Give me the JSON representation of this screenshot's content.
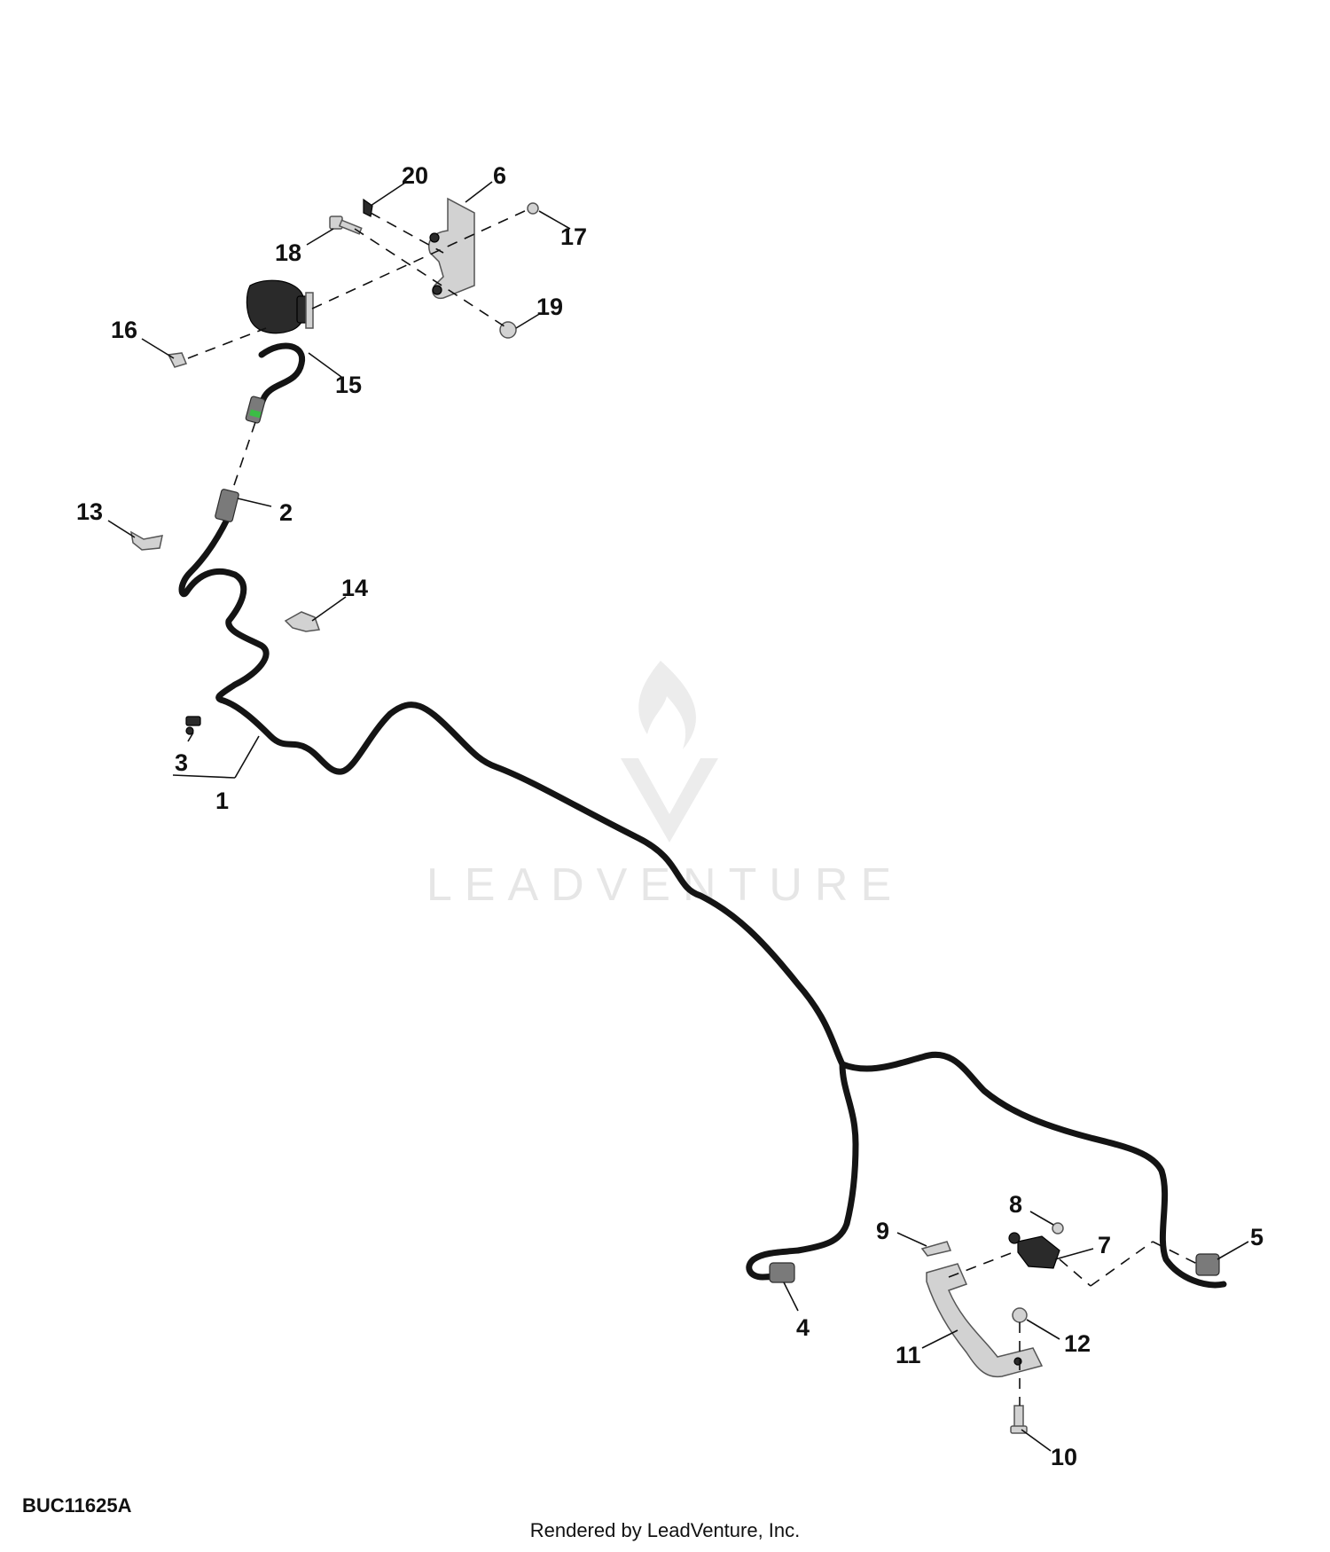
{
  "diagram": {
    "code": "BUC11625A",
    "credit": "Rendered by LeadVenture, Inc.",
    "watermark": "LEADVENTURE",
    "callouts": [
      "20",
      "6",
      "17",
      "18",
      "19",
      "16",
      "15",
      "2",
      "13",
      "14",
      "3",
      "1",
      "4",
      "9",
      "8",
      "7",
      "5",
      "12",
      "11",
      "10"
    ]
  }
}
